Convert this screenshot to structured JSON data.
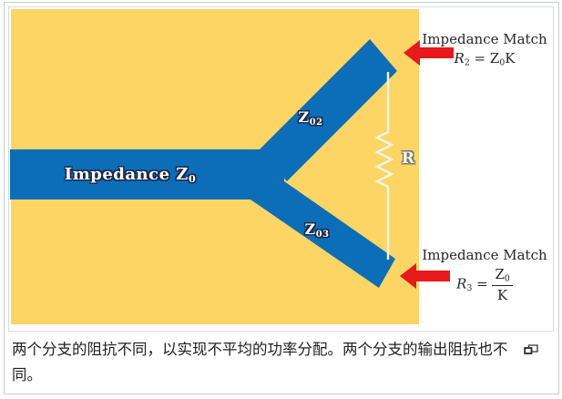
{
  "colors": {
    "yellow": "#FCD565",
    "blue": "#0C6EB8",
    "red": "#E8191C",
    "resistor_line": "#EDF5E7"
  },
  "diagram": {
    "main_label": {
      "base": "Impedance Z",
      "sub": "0"
    },
    "branch_top_label": {
      "base": "Z",
      "sub": "02"
    },
    "branch_bottom_label": {
      "base": "Z",
      "sub": "03"
    },
    "resistor_label": "R",
    "match_top": {
      "title": "Impedance Match",
      "lhs": "R",
      "lhs_sub": "2",
      "eq": " = ",
      "rhs": "Z",
      "rhs_sub": "0",
      "rhs_tail": "K"
    },
    "match_bottom": {
      "title": "Impedance Match",
      "lhs": "R",
      "lhs_sub": "3",
      "eq": " = ",
      "num": "Z",
      "num_sub": "0",
      "den": "K"
    }
  },
  "caption": {
    "text": "两个分支的阻抗不同，以实现不平均的功率分配。两个分支的输出阻抗也不同。"
  }
}
